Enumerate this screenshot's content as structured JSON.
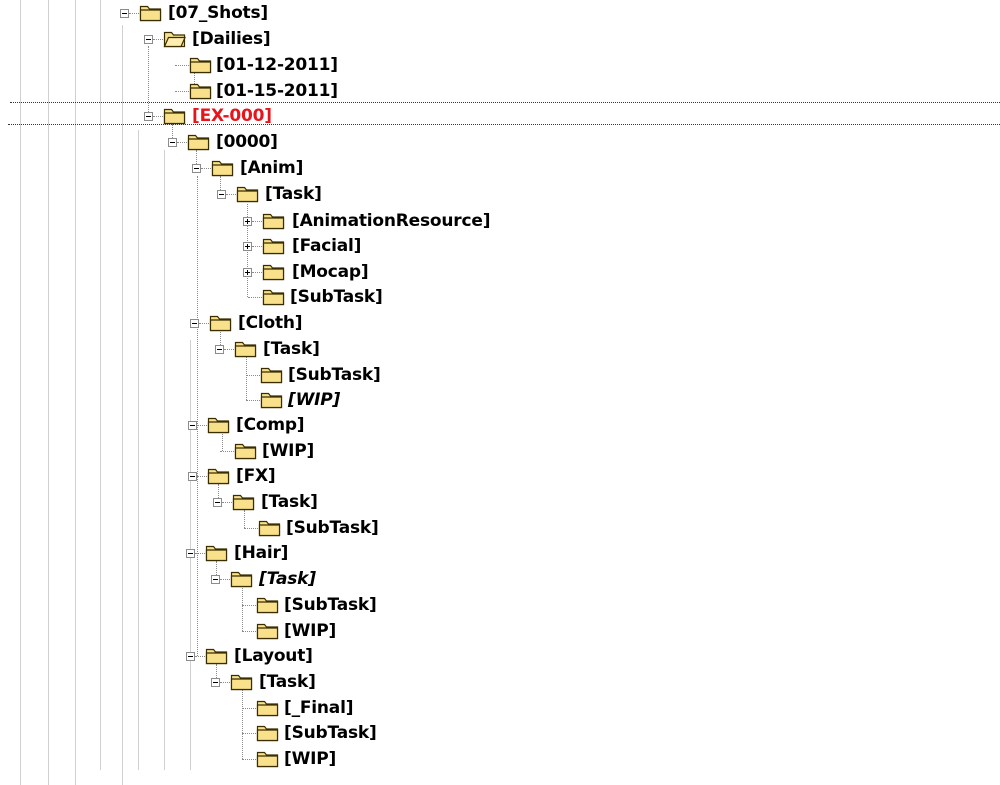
{
  "tree": {
    "colors": {
      "folder_fill": "#f9e08a",
      "folder_stroke": "#3a2e00",
      "selected_text": "#e8141c"
    },
    "nodes": [
      {
        "label": "[07_Shots]",
        "expander": "minus",
        "icon": "folder-icon"
      },
      {
        "label": "[Dailies]",
        "expander": "minus",
        "icon": "folder-open-icon"
      },
      {
        "label": "[01-12-2011]",
        "expander": "none",
        "icon": "folder-icon"
      },
      {
        "label": "[01-15-2011]",
        "expander": "none",
        "icon": "folder-icon"
      },
      {
        "label": "[EX-000]",
        "expander": "minus",
        "icon": "folder-icon",
        "selected": true
      },
      {
        "label": "[0000]",
        "expander": "minus",
        "icon": "folder-icon"
      },
      {
        "label": "[Anim]",
        "expander": "minus",
        "icon": "folder-icon"
      },
      {
        "label": "[Task]",
        "expander": "minus",
        "icon": "folder-icon"
      },
      {
        "label": "[AnimationResource]",
        "expander": "plus",
        "icon": "folder-icon"
      },
      {
        "label": "[Facial]",
        "expander": "plus",
        "icon": "folder-icon"
      },
      {
        "label": "[Mocap]",
        "expander": "plus",
        "icon": "folder-icon"
      },
      {
        "label": "[SubTask]",
        "expander": "none",
        "icon": "folder-icon"
      },
      {
        "label": "[Cloth]",
        "expander": "minus",
        "icon": "folder-icon"
      },
      {
        "label": "[Task]",
        "expander": "minus",
        "icon": "folder-icon"
      },
      {
        "label": "[SubTask]",
        "expander": "none",
        "icon": "folder-icon"
      },
      {
        "label": "[WIP]",
        "expander": "none",
        "icon": "folder-icon",
        "italic": true
      },
      {
        "label": "[Comp]",
        "expander": "minus",
        "icon": "folder-icon"
      },
      {
        "label": "[WIP]",
        "expander": "none",
        "icon": "folder-icon"
      },
      {
        "label": "[FX]",
        "expander": "minus",
        "icon": "folder-icon"
      },
      {
        "label": "[Task]",
        "expander": "minus",
        "icon": "folder-icon"
      },
      {
        "label": "[SubTask]",
        "expander": "none",
        "icon": "folder-icon"
      },
      {
        "label": "[Hair]",
        "expander": "minus",
        "icon": "folder-icon"
      },
      {
        "label": "[Task]",
        "expander": "minus",
        "icon": "folder-icon",
        "italic": true
      },
      {
        "label": "[SubTask]",
        "expander": "none",
        "icon": "folder-icon"
      },
      {
        "label": "[WIP]",
        "expander": "none",
        "icon": "folder-icon"
      },
      {
        "label": "[Layout]",
        "expander": "minus",
        "icon": "folder-icon"
      },
      {
        "label": "[Task]",
        "expander": "minus",
        "icon": "folder-icon"
      },
      {
        "label": "[_Final]",
        "expander": "none",
        "icon": "folder-icon"
      },
      {
        "label": "[SubTask]",
        "expander": "none",
        "icon": "folder-icon"
      },
      {
        "label": "[WIP]",
        "expander": "none",
        "icon": "folder-icon"
      }
    ]
  }
}
